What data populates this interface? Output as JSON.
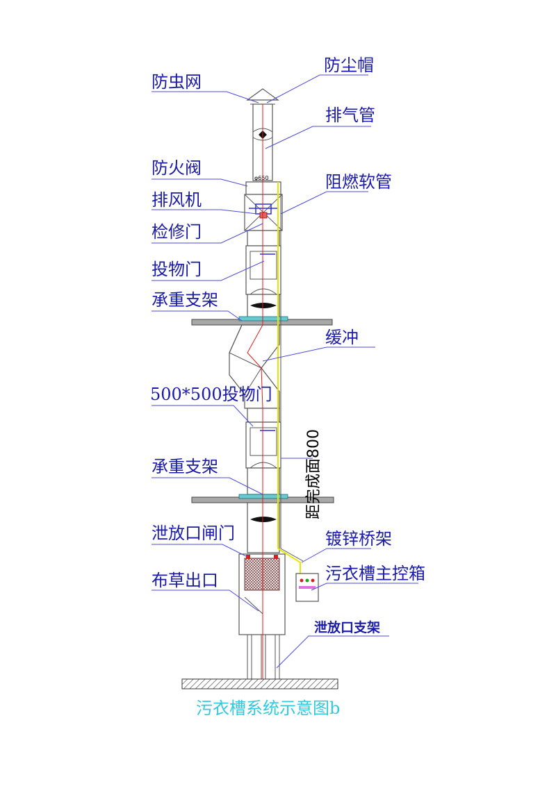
{
  "labels": {
    "insect_net": "防虫网",
    "dust_cap": "防尘帽",
    "exhaust_pipe": "排气管",
    "fire_damper": "防火阀",
    "flame_hose": "阻燃软管",
    "exhaust_fan": "排风机",
    "access_door": "检修门",
    "loading_door": "投物门",
    "support_1": "承重支架",
    "buffer": "缓冲",
    "loading_door_500": "500*500投物门",
    "support_2": "承重支架",
    "discharge_gate": "泄放口闸门",
    "galvanized_tray": "镀锌桥架",
    "control_box": "污衣槽主控箱",
    "cloth_outlet": "布草出口",
    "discharge_support": "泄放口支架"
  },
  "dimension": "距完成面800",
  "pipe_diameter": "φ650",
  "title": "污衣槽系统示意图b",
  "colors": {
    "label": "#1a1aa8",
    "title": "#33c8dc",
    "duct": "#555555",
    "centerline": "#e01818",
    "cable": "#e6e600"
  }
}
